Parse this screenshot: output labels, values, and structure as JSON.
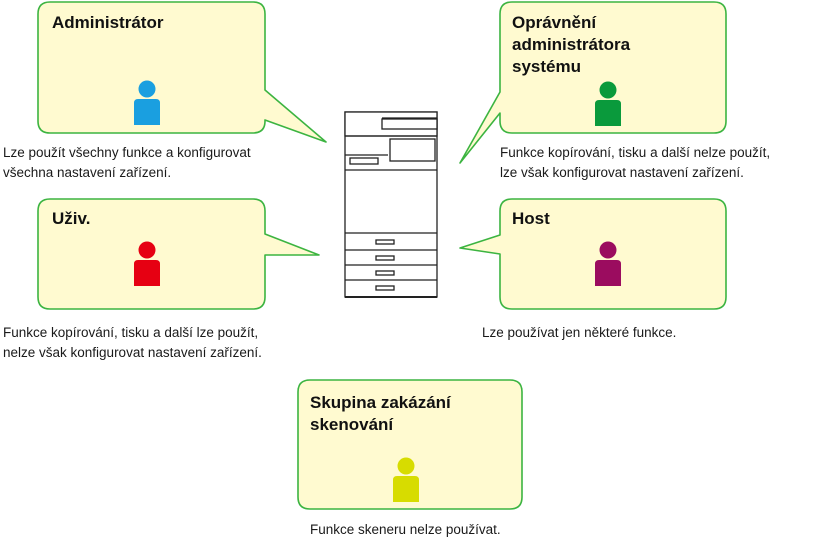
{
  "roles": [
    {
      "id": "admin",
      "title": "Administrátor",
      "description": "Lze použít všechny funkce a konfigurovat\nvšechna nastavení zařízení.",
      "color": "#1a9fe0",
      "icon": "person-icon"
    },
    {
      "id": "sysadmin",
      "title": "Oprávnění\nadministrátora\nsystému",
      "description": "Funkce kopírování, tisku a další nelze použít,\nlze však konfigurovat nastavení zařízení.",
      "color": "#0a9a3c",
      "icon": "person-icon"
    },
    {
      "id": "user",
      "title": "Uživ.",
      "description": "Funkce kopírování, tisku a další lze použít,\nnelze však konfigurovat nastavení zařízení.",
      "color": "#e60012",
      "icon": "person-icon"
    },
    {
      "id": "guest",
      "title": "Host",
      "description": "Lze používat jen některé funkce.",
      "color": "#9b0c5f",
      "icon": "person-icon"
    },
    {
      "id": "scan-disabled",
      "title": "Skupina zakázání\nskenování",
      "description": "Funkce skeneru nelze používat.",
      "color": "#d7dc00",
      "icon": "person-icon"
    }
  ],
  "colors": {
    "bubble_fill": "#fffad0",
    "bubble_border": "#3cb441",
    "printer_line": "#222222"
  },
  "center_icon": "printer-icon"
}
